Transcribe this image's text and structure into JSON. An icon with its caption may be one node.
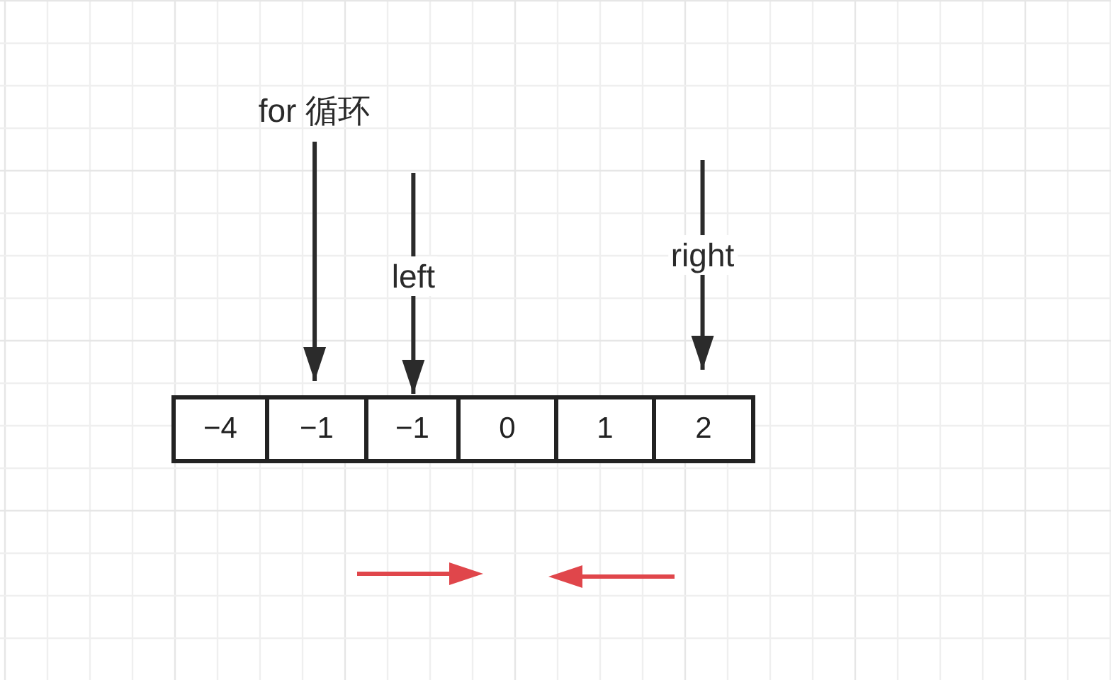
{
  "diagram": {
    "nodes": [
      {
        "text": [
          "for 循环"
        ]
      },
      {
        "text": [
          "−4"
        ]
      },
      {
        "text": [
          "−1"
        ]
      },
      {
        "text": [
          "−1"
        ]
      },
      {
        "text": [
          "0"
        ]
      },
      {
        "text": [
          "1"
        ]
      },
      {
        "text": [
          "2"
        ]
      }
    ],
    "edges": [
      {
        "from": 0,
        "to": 2,
        "arrow": "to"
      },
      {
        "from": null,
        "to": 3,
        "arrow": "to",
        "label": "left"
      },
      {
        "from": null,
        "to": 6,
        "arrow": "to",
        "label": "right"
      }
    ]
  }
}
